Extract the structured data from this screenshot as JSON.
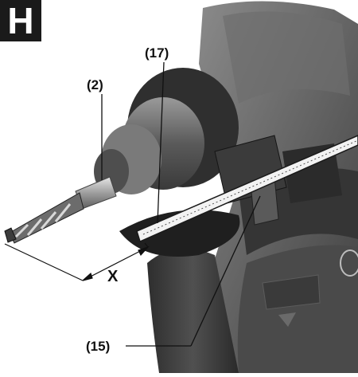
{
  "figure": {
    "step_letter": "H",
    "callouts": {
      "drill_bit": "(2)",
      "depth_stop_rod": "(17)",
      "handle_screw": "(15)"
    },
    "dimension_label": "X"
  }
}
